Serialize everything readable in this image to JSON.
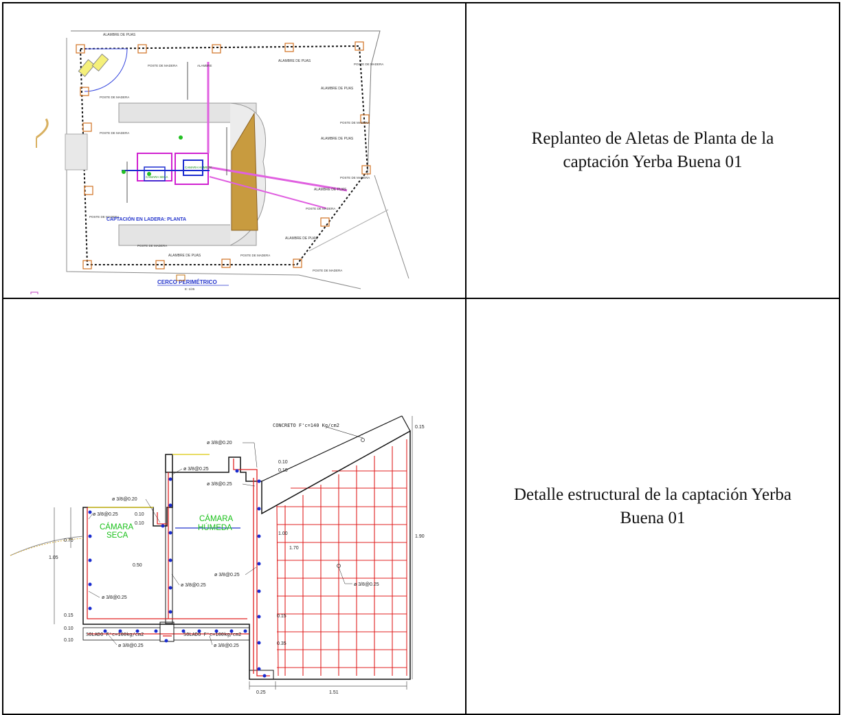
{
  "rows": [
    {
      "caption_lines": [
        "Replanteo de Aletas de Planta de la",
        "captación Yerba Buena 01"
      ],
      "drawing": {
        "wire_labels": [
          "ALAMBRE DE PUAS",
          "ALAMBRE DE PUAS",
          "ALAMBRE DE PUAS",
          "ALAMBRE DE PUAS",
          "ALAMBRE DE PUAS",
          "ALAMBRE DE PUAS",
          "ALAMBRE DE PUAS"
        ],
        "post_labels": [
          "POSTE DE MADERA",
          "POSTE DE MADERA",
          "POSTE DE MADERA",
          "POSTE DE MADERA",
          "POSTE DE MADERA",
          "POSTE DE MADERA",
          "POSTE DE MADERA",
          "POSTE DE MADERA",
          "POSTE DE MADERA",
          "POSTE DE MADERA",
          "POSTE DE MADERA"
        ],
        "inner_labels": [
          "ALAMBRE",
          "CAMARA HUMEDA",
          "CAMARA SECA"
        ],
        "plan_title": "CAPTACIÓN EN LADERA: PLANTA",
        "title": "CERCO PERIMÉTRICO",
        "scale": "E: 1/25"
      }
    },
    {
      "caption_lines": [
        "Detalle estructural de la captación Yerba",
        "Buena 01"
      ],
      "drawing": {
        "concrete_note": "CONCRETO F'c=140 Kg/cm2",
        "chamber_dry": [
          "CÁMARA",
          "SECA"
        ],
        "chamber_wet": [
          "CÁMARA",
          "HÚMEDA"
        ],
        "rebar_labels": [
          "ø 3/8@0.20",
          "ø 3/8@0.25",
          "ø 3/8@0.20",
          "ø 3/8@0.25",
          "ø 3/8@0.25",
          "ø 3/8@0.25",
          "ø 3/8@0.25",
          "ø 3/8@0.25",
          "ø 3/8@0.25",
          "ø 3/8@0.25",
          "ø 3/8@0.25"
        ],
        "dims": [
          "0.15",
          "0.10",
          "0.10",
          "0.10",
          "0.10",
          "0.70",
          "1.05",
          "0.50",
          "1.00",
          "1.70",
          "1.90",
          "0.15",
          "0.10",
          "0.10",
          "0.15",
          "0.35",
          "0.25",
          "1.51"
        ],
        "solado_labels": [
          "SOLADO F'c=100kg/cm2",
          "SOLADO F'c=100kg/cm2"
        ]
      }
    }
  ]
}
